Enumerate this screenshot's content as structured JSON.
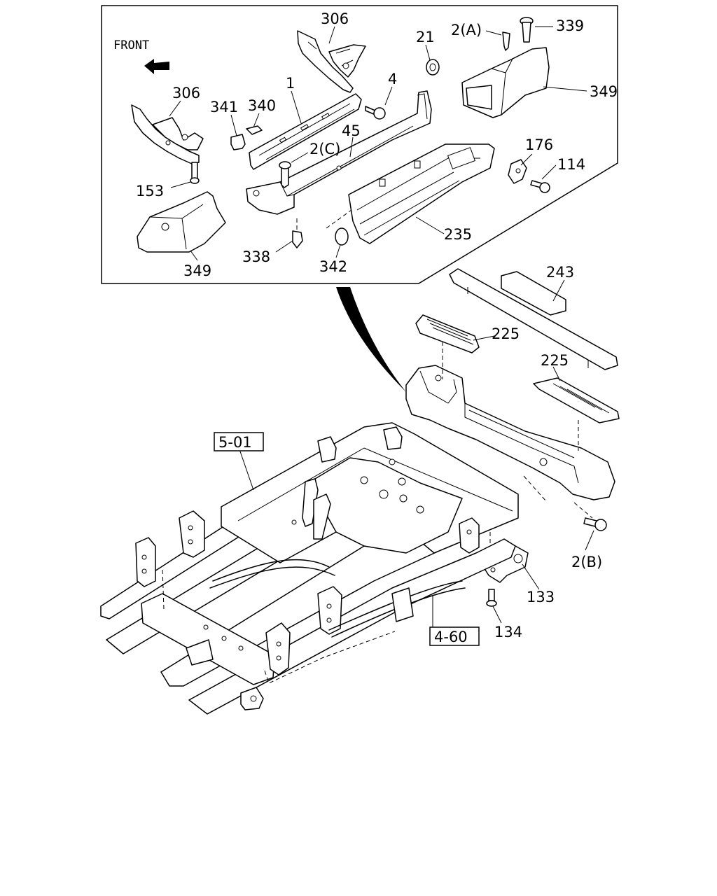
{
  "inset": {
    "front_label": "FRONT"
  },
  "callouts": {
    "c306_top": "306",
    "c306_left": "306",
    "c21": "21",
    "c2a": "2(A)",
    "c339": "339",
    "c1": "1",
    "c4": "4",
    "c349_right": "349",
    "c341": "341",
    "c340": "340",
    "c45": "45",
    "c2c": "2(C)",
    "c176": "176",
    "c114": "114",
    "c153": "153",
    "c235": "235",
    "c338": "338",
    "c342": "342",
    "c349_left": "349",
    "c243": "243",
    "c225_upper": "225",
    "c225_lower": "225",
    "c2b": "2(B)",
    "c133": "133",
    "c134": "134"
  },
  "references": {
    "ref_501": "5-01",
    "ref_460": "4-60"
  }
}
